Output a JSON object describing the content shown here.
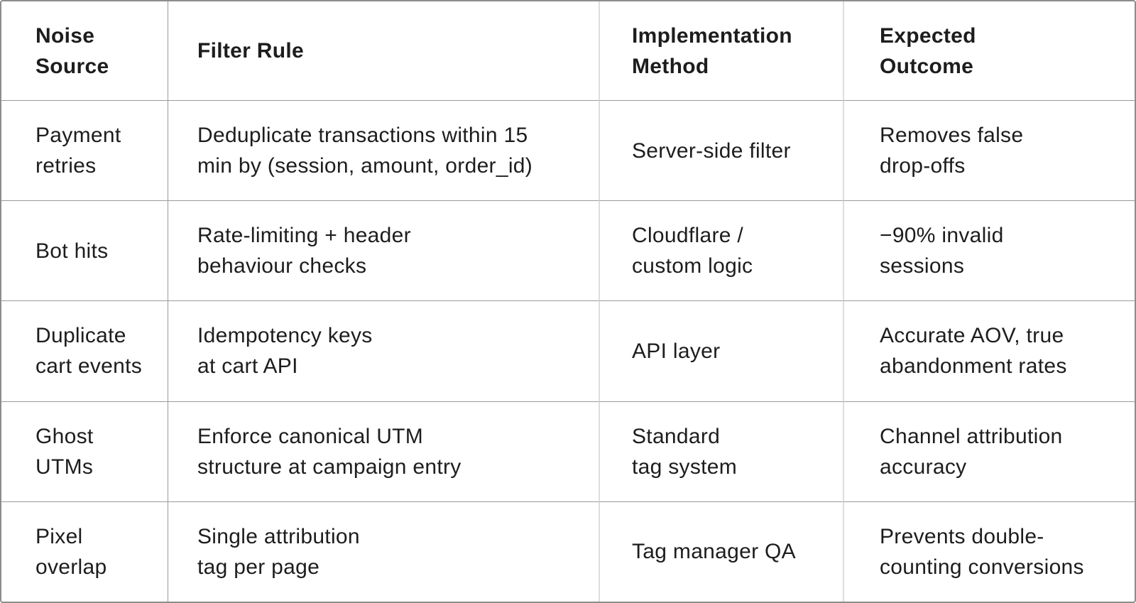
{
  "colors": {
    "background": "#ffffff",
    "text": "#1d1d1d",
    "grid_line": "#9a9a9a",
    "light_column_divider": "#dddddd",
    "outer_border": "#8d8d8d"
  },
  "table": {
    "headers": [
      "Noise\nSource",
      "Filter Rule",
      "Implementation\nMethod",
      "Expected\nOutcome"
    ],
    "rows": [
      [
        "Payment\nretries",
        "Deduplicate transactions within 15\nmin by (session, amount, order_id)",
        "Server-side filter",
        "Removes false\ndrop-offs"
      ],
      [
        "Bot hits",
        "Rate-limiting + header\nbehaviour checks",
        "Cloudflare /\ncustom logic",
        "−90% invalid\nsessions"
      ],
      [
        "Duplicate\ncart events",
        "Idempotency keys\nat cart API",
        "API layer",
        "Accurate AOV, true\nabandonment rates"
      ],
      [
        "Ghost\nUTMs",
        "Enforce canonical UTM\nstructure at campaign entry",
        "Standard\ntag system",
        "Channel attribution\naccuracy"
      ],
      [
        "Pixel\noverlap",
        "Single attribution\ntag per page",
        "Tag manager QA",
        "Prevents double-\ncounting conversions"
      ]
    ]
  }
}
